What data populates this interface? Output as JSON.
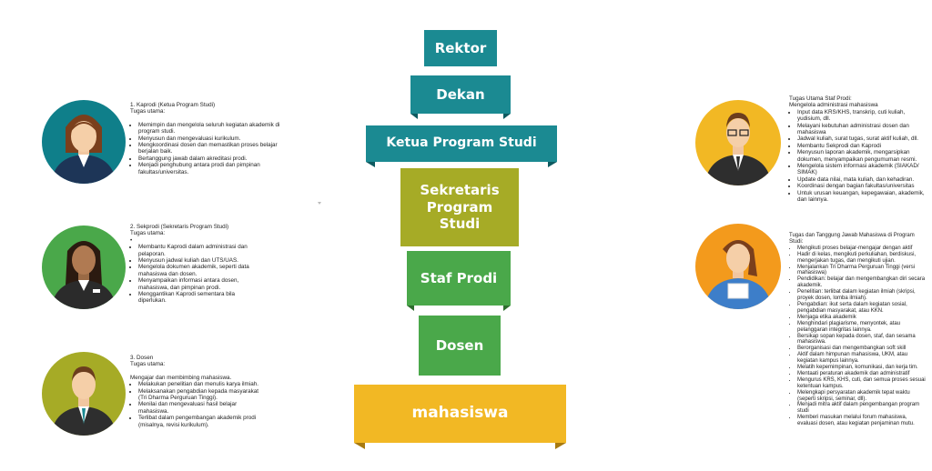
{
  "org_chart": {
    "levels": [
      {
        "label": "Rektor",
        "color": "#1b8a92"
      },
      {
        "label": "Dekan",
        "color": "#1b8a92"
      },
      {
        "label": "Ketua Program Studi",
        "color": "#1b8a92"
      },
      {
        "label": "Sekretaris Program Studi",
        "color": "#a6ab26"
      },
      {
        "label": "Staf Prodi",
        "color": "#4aa84a"
      },
      {
        "label": "Dosen",
        "color": "#4aa84a"
      },
      {
        "label": "mahasiswa",
        "color": "#f2b824"
      }
    ]
  },
  "left": {
    "kaprodi": {
      "title": "1. Kaprodi (Ketua Program Studi)",
      "subtitle": "Tugas utama:",
      "items": [
        "Memimpin dan mengelola seluruh kegiatan akademik di program studi.",
        "Menyusun dan mengevaluasi kurikulum.",
        "Mengkoordinasi dosen dan memastikan proses belajar berjalan baik.",
        "Bertanggung jawab dalam akreditasi prodi.",
        "Menjadi penghubung antara prodi dan pimpinan fakultas/universitas."
      ],
      "circle_color": "#0f7f8a"
    },
    "sekprodi": {
      "title": "2. Sekprodi (Sekretaris Program Studi)",
      "subtitle": "Tugas utama:",
      "items": [
        "",
        "Membantu Kaprodi dalam administrasi dan pelaporan.",
        "Menyusun jadwal kuliah dan UTS/UAS.",
        "Mengelola dokumen akademik, seperti data mahasiswa dan dosen.",
        "Menyampaikan informasi antara dosen, mahasiswa, dan pimpinan prodi.",
        "Menggantikan Kaprodi sementara bila diperlukan."
      ],
      "circle_color": "#4aa84a"
    },
    "dosen": {
      "title": "3. Dosen",
      "subtitle": "Tugas utama:",
      "intro": "Mengajar dan membimbing mahasiswa.",
      "items": [
        "Melakukan penelitian dan menulis karya ilmiah.",
        "Melaksanakan pengabdian kepada masyarakat (Tri Dharma Perguruan Tinggi).",
        "Menilai dan mengevaluasi hasil belajar mahasiswa.",
        "Terlibat dalam pengembangan akademik prodi (misalnya, revisi kurikulum)."
      ],
      "circle_color": "#a6ab26"
    }
  },
  "right": {
    "staf": {
      "title": "Tugas Utama Staf Prodi:",
      "subtitle": "Mengelola administrasi mahasiswa",
      "items": [
        "Input data KRS/KHS, transkrip, cuti kuliah, yudisium, dll.",
        "Melayani kebutuhan administrasi dosen dan mahasiswa",
        "Jadwal kuliah, surat tugas, surat aktif kuliah, dll.",
        "Membantu Sekprodi dan Kaprodi",
        "Menyusun laporan akademik, mengarsipkan dokumen, menyampaikan pengumuman resmi.",
        "Mengelola sistem informasi akademik (SIAKAD/ SIMAK)",
        "Update data nilai, mata kuliah, dan kehadiran.",
        "Koordinasi dengan bagian fakultas/universitas",
        "Untuk urusan keuangan, kepegawaian, akademik, dan lainnya."
      ],
      "circle_color": "#f2b824"
    },
    "mahasiswa": {
      "title": "Tugas dan Tanggung Jawab Mahasiswa di Program Studi:",
      "items": [
        "Mengikuti proses belajar-mengajar dengan aktif",
        "Hadir di kelas, mengikuti perkuliahan, berdiskusi, mengerjakan tugas, dan mengikuti ujian.",
        "Menjalankan Tri Dharma Perguruan Tinggi (versi mahasiswa)",
        "Pendidikan: belajar dan mengembangkan diri secara akademik.",
        "Penelitian: terlibat dalam kegiatan ilmiah (skripsi, proyek dosen, lomba ilmiah).",
        "Pengabdian: ikut serta dalam kegiatan sosial, pengabdian masyarakat, atau KKN.",
        "Menjaga etika akademik",
        "Menghindari plagiarisme, menyontek, atau pelanggaran integritas lainnya.",
        "Bersikap sopan kepada dosen, staf, dan sesama mahasiswa.",
        "Berorganisasi dan mengembangkan soft skill",
        "Aktif dalam himpunan mahasiswa, UKM, atau kegiatan kampus lainnya.",
        "Melatih kepemimpinan, komunikasi, dan kerja tim.",
        "Mentaati peraturan akademik dan administratif",
        "Mengurus KRS, KHS, cuti, dan semua proses sesuai ketentuan kampus.",
        "Melengkapi persyaratan akademik tepat waktu (seperti skripsi, seminar, dll).",
        "Menjadi mitra aktif dalam pengembangan program studi",
        "Memberi masukan melalui forum mahasiswa, evaluasi dosen, atau kegiatan penjaminan mutu."
      ],
      "circle_color": "#f39a1c"
    }
  }
}
